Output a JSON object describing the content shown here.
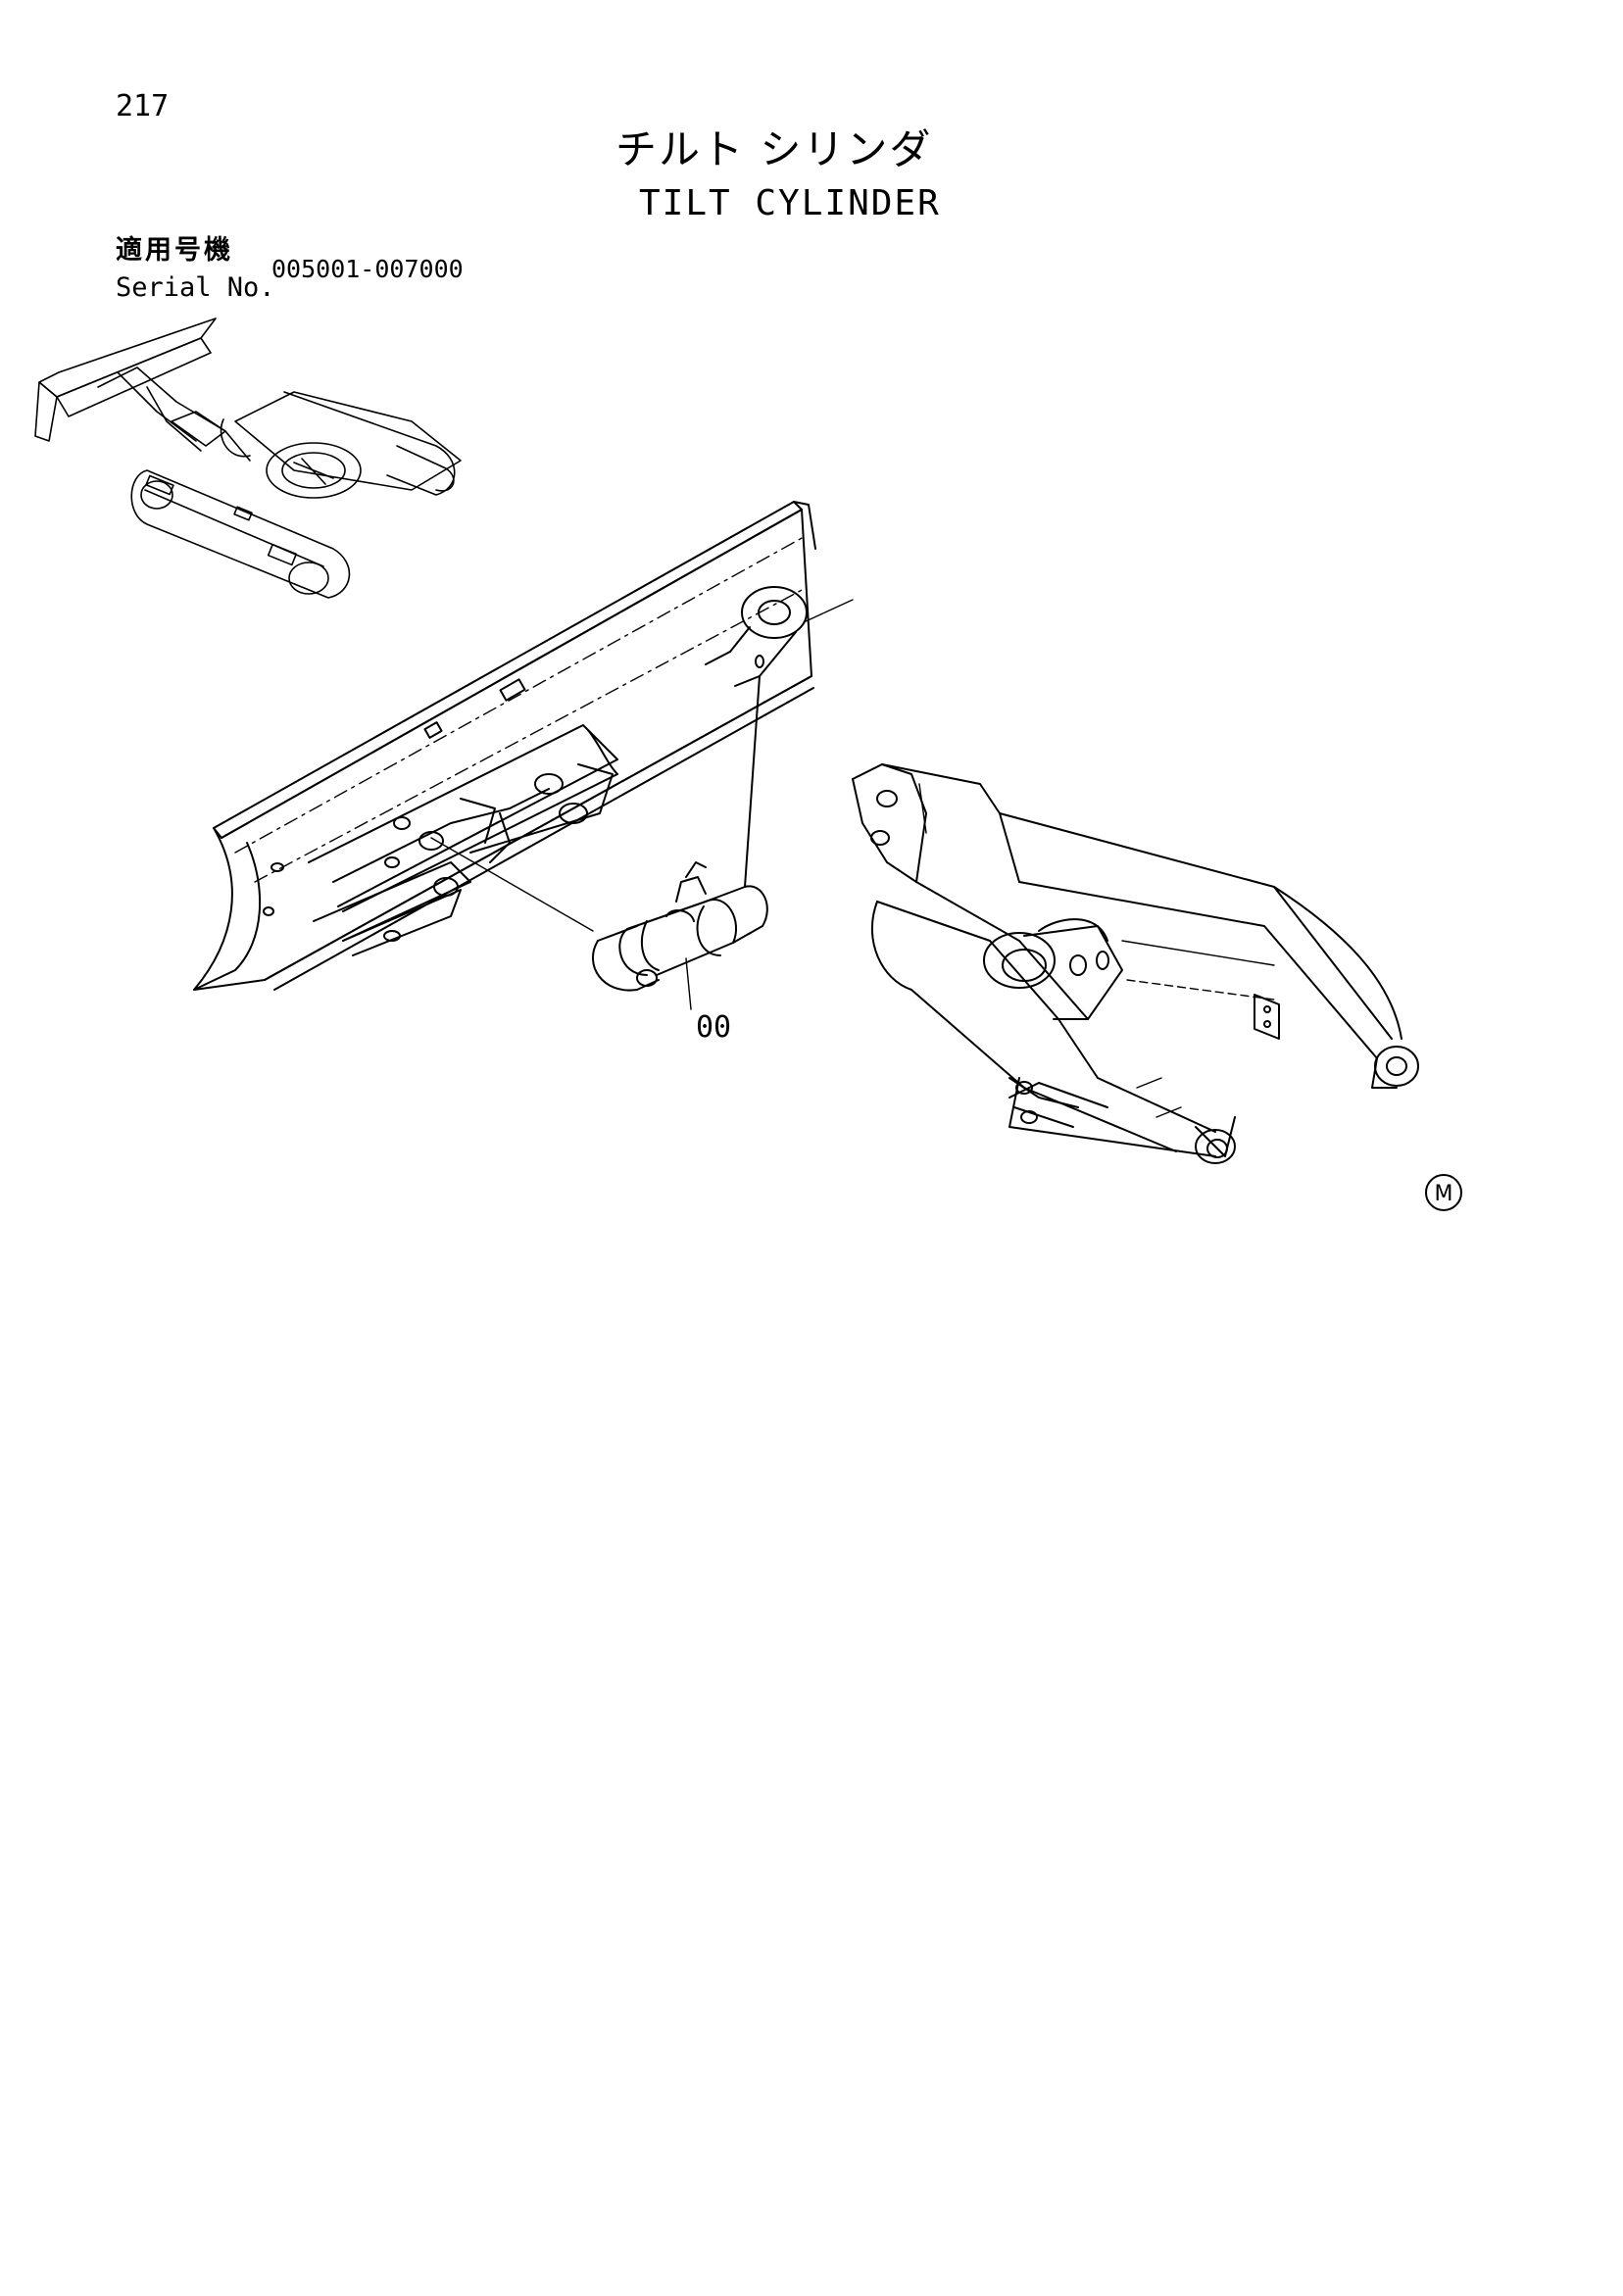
{
  "page": {
    "number": "217",
    "title_jp": "チルト シリンダ",
    "title_en": "TILT CYLINDER",
    "serial_label_jp": "適用号機",
    "serial_label_en": "Serial No.",
    "serial_range": "005001-007000"
  },
  "diagram": {
    "callout": "00",
    "mark": "M"
  }
}
